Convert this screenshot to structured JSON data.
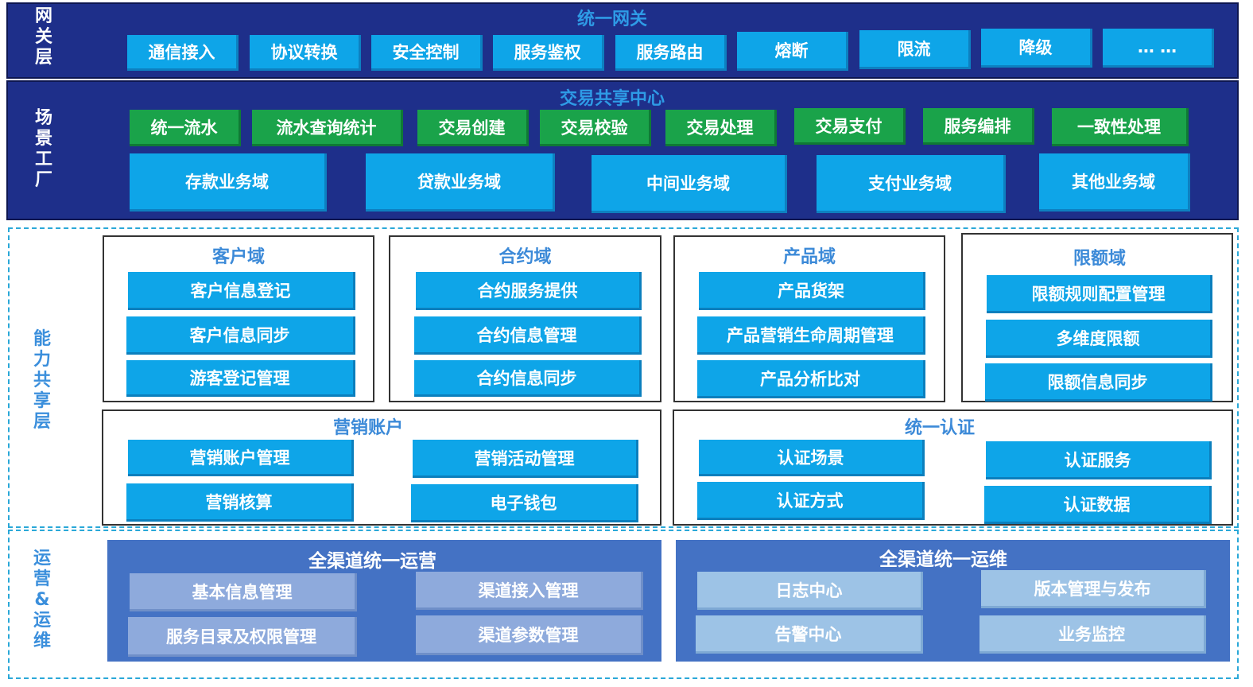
{
  "gateway": {
    "side_label": "网\n关\n层",
    "title": "统一网关",
    "items": [
      "通信接入",
      "协议转换",
      "安全控制",
      "服务鉴权",
      "服务路由",
      "熔断",
      "限流",
      "降级",
      "… …"
    ]
  },
  "scene": {
    "side_label": "场\n景\n工\n厂",
    "title": "交易共享中心",
    "green_items": [
      "统一流水",
      "流水查询统计",
      "交易创建",
      "交易校验",
      "交易处理",
      "交易支付",
      "服务编排",
      "一致性处理"
    ],
    "domains": [
      "存款业务域",
      "贷款业务域",
      "中间业务域",
      "支付业务域",
      "其他业务域"
    ]
  },
  "capability": {
    "side_label": "能\n力\n共\n享\n层",
    "customer": {
      "title": "客户域",
      "items": [
        "客户信息登记",
        "客户信息同步",
        "游客登记管理"
      ]
    },
    "contract": {
      "title": "合约域",
      "items": [
        "合约服务提供",
        "合约信息管理",
        "合约信息同步"
      ]
    },
    "product": {
      "title": "产品域",
      "items": [
        "产品货架",
        "产品营销生命周期管理",
        "产品分析比对"
      ]
    },
    "limit": {
      "title": "限额域",
      "items": [
        "限额规则配置管理",
        "多维度限额",
        "限额信息同步"
      ]
    },
    "marketing": {
      "title": "营销账户",
      "items": [
        "营销账户管理",
        "营销活动管理",
        "营销核算",
        "电子钱包"
      ]
    },
    "auth": {
      "title": "统一认证",
      "items": [
        "认证场景",
        "认证服务",
        "认证方式",
        "认证数据"
      ]
    }
  },
  "ops": {
    "side_label": "运\n营\n&\n运\n维",
    "operation": {
      "title": "全渠道统一运营",
      "items": [
        "基本信息管理",
        "渠道接入管理",
        "服务目录及权限管理",
        "渠道参数管理"
      ]
    },
    "maintenance": {
      "title": "全渠道统一运维",
      "items": [
        "日志中心",
        "版本管理与发布",
        "告警中心",
        "业务监控"
      ]
    }
  },
  "colors": {
    "dark_layer": "#1e2f8a",
    "item_blue": "#0ea5e8",
    "item_green": "#1aa34a",
    "ops_panel": "#4472c4",
    "header_text": "#2e9be6"
  }
}
